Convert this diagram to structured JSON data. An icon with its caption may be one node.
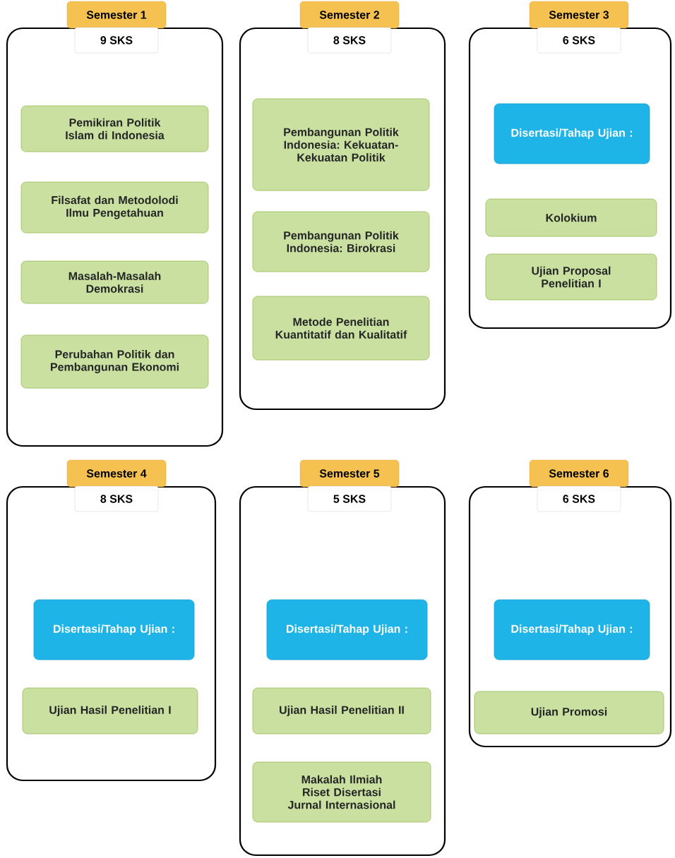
{
  "diagram": {
    "nodes": [
      {
        "text": [
          "Semester 1",
          "9 SKS"
        ]
      },
      {
        "text": [
          "Pemikiran Politik Islam di Indonesia"
        ],
        "in": 0
      },
      {
        "text": [
          "Filsafat dan Metodolodi Ilmu Pengetahuan"
        ],
        "in": 0
      },
      {
        "text": [
          "Masalah-Masalah Demokrasi"
        ],
        "in": 0
      },
      {
        "text": [
          "Perubahan Politik dan Pembangunan Ekonomi"
        ],
        "in": 0
      },
      {
        "text": [
          "Semester 2",
          "8 SKS"
        ]
      },
      {
        "text": [
          "Pembangunan Politik Indonesia: Kekuatan-Kekuatan Politik"
        ],
        "in": 5
      },
      {
        "text": [
          "Pembangunan Politik Indonesia: Birokrasi"
        ],
        "in": 5
      },
      {
        "text": [
          "Metode Penelitian Kuantitatif dan Kualitatif"
        ],
        "in": 5
      },
      {
        "text": [
          "Semester 3",
          "6 SKS"
        ]
      },
      {
        "text": [
          "Disertasi/Tahap Ujian :"
        ],
        "in": 9
      },
      {
        "text": [
          "Kolokium"
        ],
        "in": 9
      },
      {
        "text": [
          "Ujian Proposal Penelitian I"
        ],
        "in": 9
      },
      {
        "text": [
          "Semester 4",
          "8 SKS"
        ]
      },
      {
        "text": [
          "Disertasi/Tahap Ujian :"
        ],
        "in": 13
      },
      {
        "text": [
          "Ujian Hasil Penelitian I"
        ],
        "in": 13
      },
      {
        "text": [
          "Semester 5",
          "5 SKS"
        ]
      },
      {
        "text": [
          "Disertasi/Tahap Ujian :"
        ],
        "in": 16
      },
      {
        "text": [
          "Ujian Hasil Penelitian II"
        ],
        "in": 16
      },
      {
        "text": [
          "Makalah Ilmiah Riset Disertasi Jurnal Internasional"
        ],
        "in": 16
      },
      {
        "text": [
          "Semester 6",
          "6 SKS"
        ]
      },
      {
        "text": [
          "Disertasi/Tahap Ujian :"
        ],
        "in": 20
      },
      {
        "text": [
          "Ujian Promosi"
        ],
        "in": 20
      }
    ]
  }
}
